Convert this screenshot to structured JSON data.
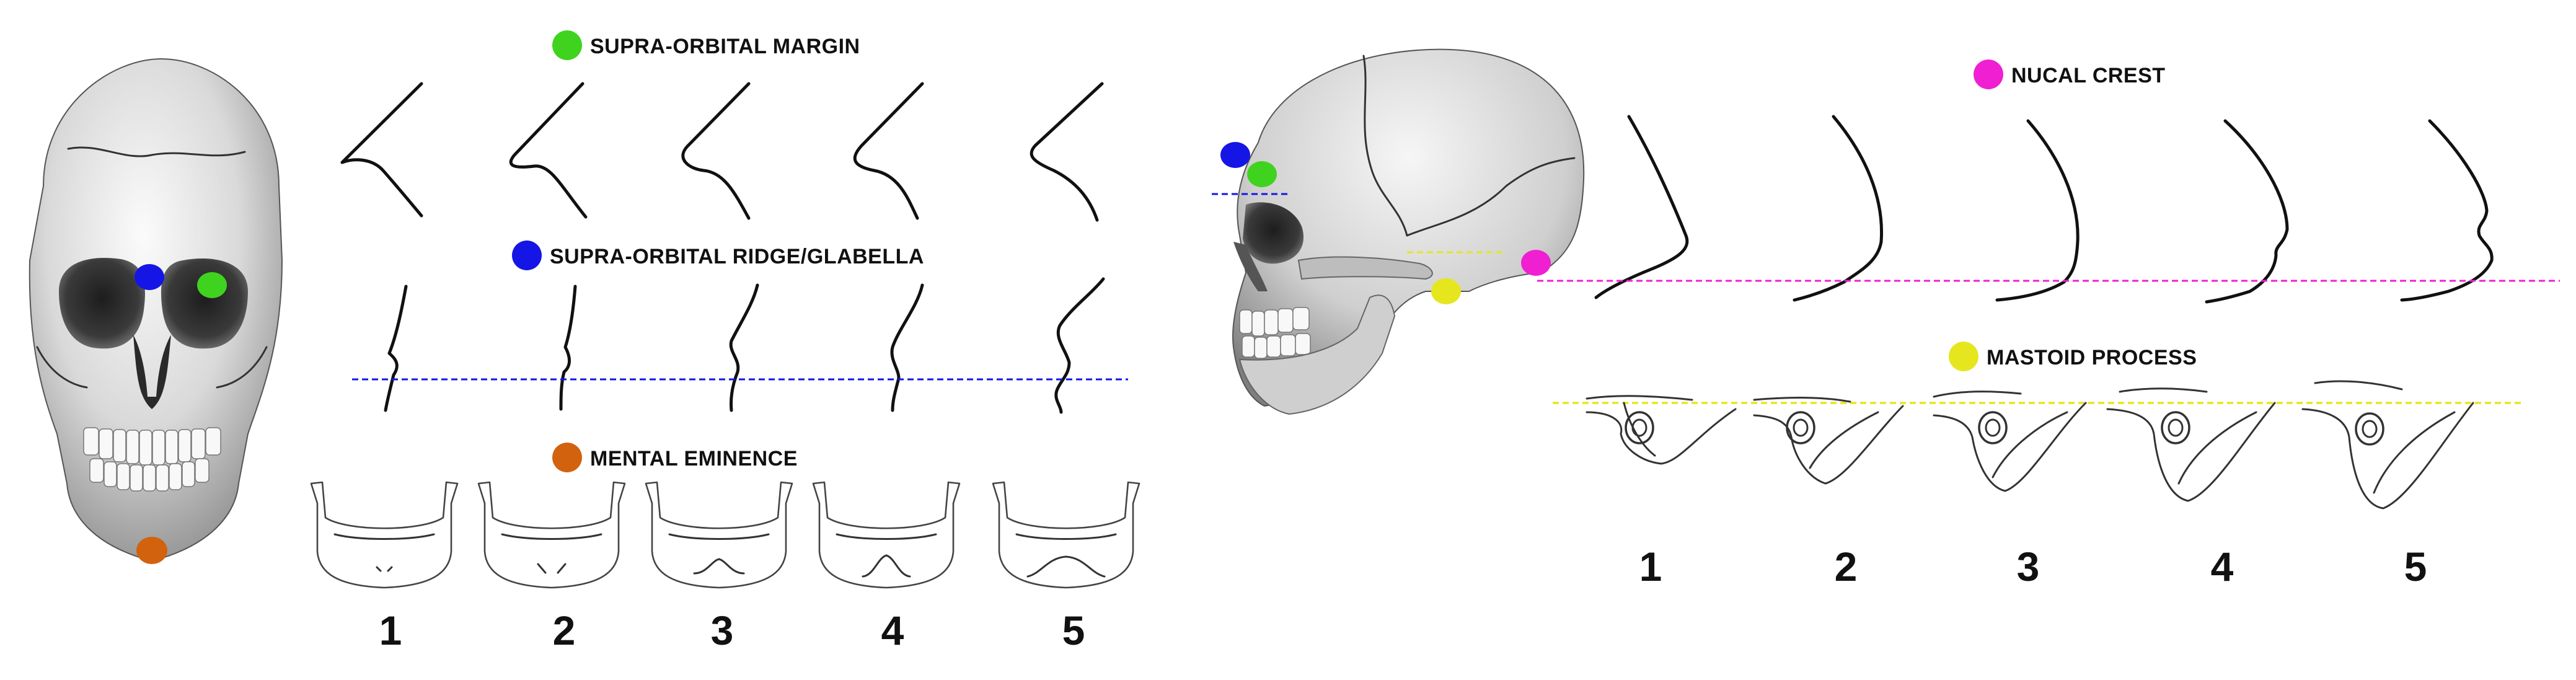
{
  "colors": {
    "supra_orbital_margin": "#3fd31f",
    "glabella": "#1515e6",
    "mental_eminence": "#d2620e",
    "nucal_crest": "#f01fd2",
    "mastoid_process": "#e6e61f",
    "ink": "#111111"
  },
  "icons": {
    "frontal_skull": "skull-frontal-view",
    "lateral_skull": "skull-lateral-view"
  },
  "left_panel": {
    "supra_orbital_margin": {
      "label": "SUPRA-ORBITAL MARGIN"
    },
    "glabella": {
      "label": "SUPRA-ORBITAL RIDGE/GLABELLA"
    },
    "mental_eminence": {
      "label": "MENTAL EMINENCE"
    },
    "scores": [
      "1",
      "2",
      "3",
      "4",
      "5"
    ]
  },
  "right_panel": {
    "nucal_crest": {
      "label": "NUCAL CREST"
    },
    "mastoid_process": {
      "label": "MASTOID PROCESS"
    },
    "scores": [
      "1",
      "2",
      "3",
      "4",
      "5"
    ]
  }
}
